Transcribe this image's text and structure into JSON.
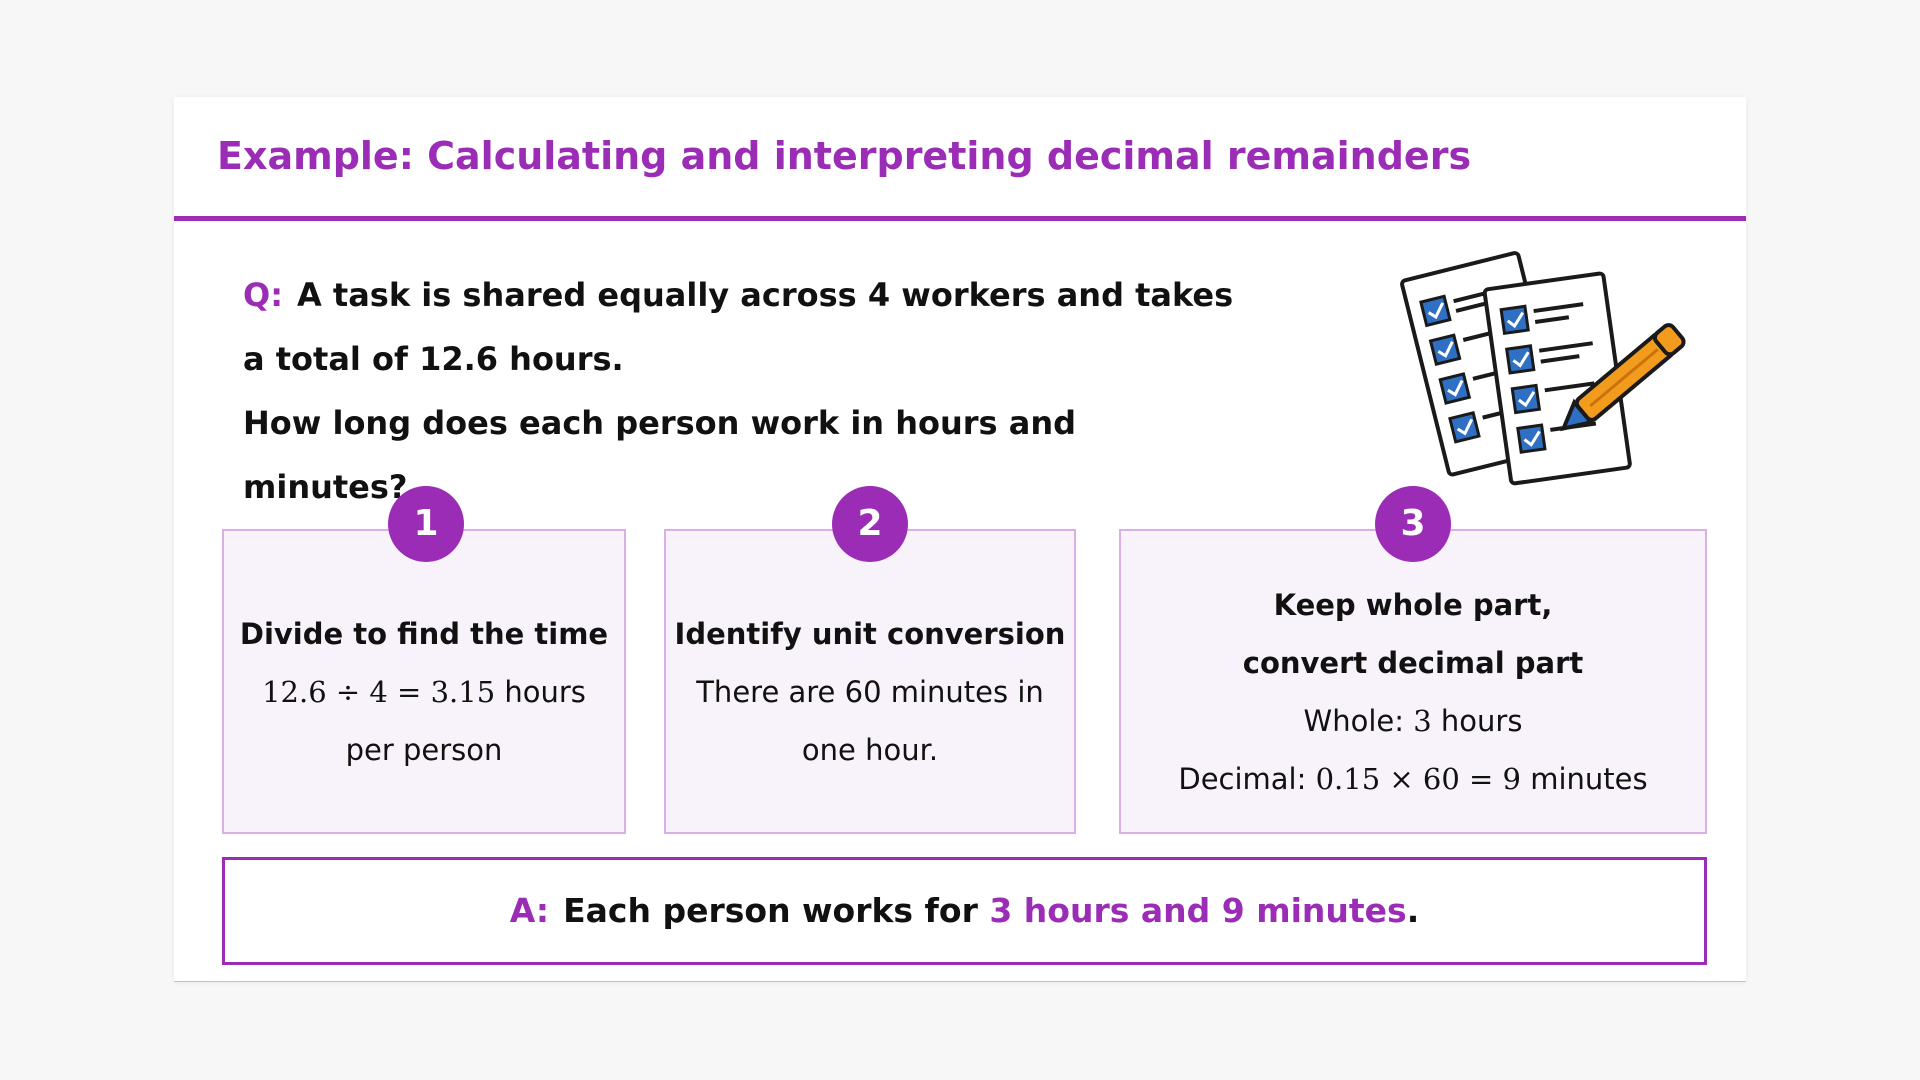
{
  "title": "Example: Calculating and interpreting decimal remainders",
  "question": {
    "label": "Q:",
    "line1": "A task is shared equally across 4 workers and takes",
    "line2": "a total of 12.6 hours.",
    "line3": "How long does each person work in hours and minutes?"
  },
  "steps": [
    {
      "number": "1",
      "heading": "Divide to find the time",
      "math": "12.6 ÷ 4 = 3.15",
      "body_after_math": " hours",
      "body_line2": "per person"
    },
    {
      "number": "2",
      "heading": "Identify unit conversion",
      "body_line1": "There are 60 minutes in",
      "body_line2": "one hour."
    },
    {
      "number": "3",
      "heading_line1": "Keep whole part,",
      "heading_line2": "convert decimal part",
      "whole_label": "Whole: ",
      "whole_math": "3",
      "whole_unit": " hours",
      "decimal_label": "Decimal: ",
      "decimal_math": "0.15 × 60 = 9",
      "decimal_unit": " minutes"
    }
  ],
  "answer": {
    "label": "A:",
    "text": "Each person works for ",
    "highlight": "3 hours and 9 minutes",
    "end": "."
  },
  "illustration": {
    "icon": "checklist-with-pencil-icon"
  },
  "colors": {
    "accent": "#9b2cb5",
    "step_fill": "#f8f3fb",
    "step_border": "#dcaee8",
    "checkbox_blue": "#2f6fc4",
    "pencil_orange": "#f39b1d"
  }
}
